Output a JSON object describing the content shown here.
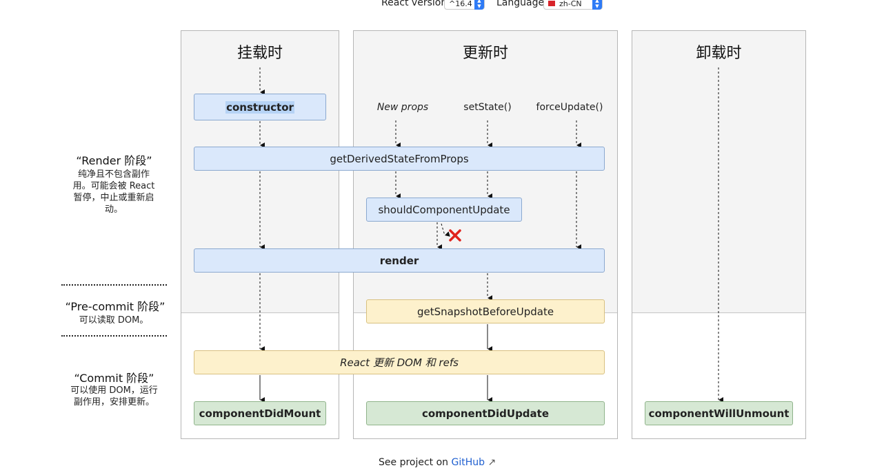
{
  "controls": {
    "react_version_label": "React version",
    "react_version_value": "^16.4",
    "language_label": "Language",
    "language_value": "zh-CN"
  },
  "columns": {
    "mounting": {
      "title": "挂载时"
    },
    "updating": {
      "title": "更新时"
    },
    "unmounting": {
      "title": "卸载时"
    }
  },
  "phases": {
    "render": {
      "title": "“Render 阶段”",
      "desc": [
        "纯净且不包含副作",
        "用。可能会被 React",
        "暂停，中止或重新启",
        "动。"
      ]
    },
    "precommit": {
      "title": "“Pre-commit 阶段”",
      "desc": [
        "可以读取 DOM。"
      ]
    },
    "commit": {
      "title": "“Commit 阶段”",
      "desc": [
        "可以使用 DOM，运行",
        "副作用，安排更新。"
      ]
    }
  },
  "triggers": {
    "new_props": "New props",
    "set_state": "setState()",
    "force_update": "forceUpdate()"
  },
  "methods": {
    "constructor": "constructor",
    "get_derived_state": "getDerivedStateFromProps",
    "should_update": "shouldComponentUpdate",
    "render": "render",
    "get_snapshot": "getSnapshotBeforeUpdate",
    "react_updates_dom": "React 更新 DOM 和 refs",
    "did_mount": "componentDidMount",
    "did_update": "componentDidUpdate",
    "will_unmount": "componentWillUnmount"
  },
  "colors": {
    "render_phase_box": "#dae8fb",
    "precommit_box": "#fdf1cc",
    "commit_box": "#d6e8d4",
    "cancel_mark": "#e0231d",
    "link": "#2060d0"
  },
  "footer": {
    "text": "See project on",
    "link": "GitHub",
    "link_icon": "external-link-icon"
  }
}
